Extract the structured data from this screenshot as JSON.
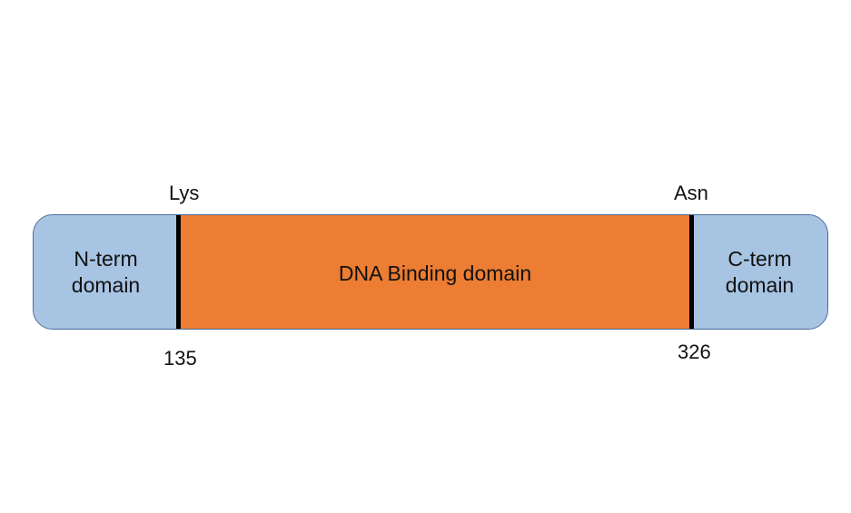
{
  "diagram": {
    "domains": [
      {
        "key": "n_term",
        "label": "N-term\ndomain",
        "color": "#a7c4e3"
      },
      {
        "key": "dna_binding",
        "label": "DNA Binding domain",
        "color": "#ec7d33"
      },
      {
        "key": "c_term",
        "label": "C-term\ndomain",
        "color": "#a7c4e3"
      }
    ],
    "boundaries": [
      {
        "residue": "Lys",
        "position": "135"
      },
      {
        "residue": "Asn",
        "position": "326"
      }
    ],
    "colors": {
      "terminal_domain": "#a7c4e3",
      "dna_binding_domain": "#ec7d33",
      "boundary_line": "#000000",
      "outline": "#4a6a9a"
    }
  }
}
